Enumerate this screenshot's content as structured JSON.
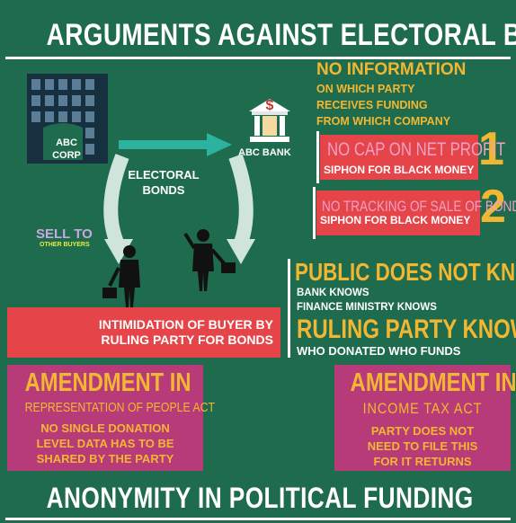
{
  "header": {
    "title": "ARGUMENTS AGAINST ELECTORAL BONDS"
  },
  "flow": {
    "corp_label_1": "ABC",
    "corp_label_2": "CORP",
    "bank_label": "ABC BANK",
    "bank_symbol": "$",
    "bonds_label_1": "ELECTORAL",
    "bonds_label_2": "BONDS",
    "sell_to": "SELL TO",
    "other_buyers": "OTHER BUYERS"
  },
  "info": {
    "heading": "NO INFORMATION",
    "line_1": "ON WHICH PARTY",
    "line_2": "RECEIVES FUNDING",
    "line_3": "FROM WHICH COMPANY"
  },
  "points": [
    {
      "number": "1",
      "title": "NO CAP ON NET PROFIT",
      "subtitle": "SIPHON FOR BLACK MONEY"
    },
    {
      "number": "2",
      "title": "NO TRACKING OF SALE OF BONDS",
      "subtitle": "SIPHON FOR BLACK MONEY"
    }
  ],
  "knowledge": {
    "public": "PUBLIC DOES NOT KNOW",
    "bank": "BANK KNOWS",
    "finance": "FINANCE MINISTRY KNOWS",
    "ruling": "RULING PARTY KNOWS",
    "who": "WHO DONATED WHO FUNDS"
  },
  "intimidation": {
    "line_1": "INTIMIDATION OF BUYER BY",
    "line_2": "RULING PARTY FOR BONDS"
  },
  "amendments": [
    {
      "heading": "AMENDMENT IN",
      "act": "REPRESENTATION OF PEOPLE ACT",
      "detail_1": "NO SINGLE DONATION",
      "detail_2": "LEVEL DATA HAS TO BE",
      "detail_3": "SHARED BY THE PARTY"
    },
    {
      "heading": "AMENDMENT IN",
      "act": "INCOME TAX ACT",
      "detail_1": "PARTY DOES NOT",
      "detail_2": "NEED TO FILE THIS",
      "detail_3": "FOR IT RETURNS"
    }
  ],
  "footer": {
    "title": "ANONYMITY IN POLITICAL FUNDING"
  },
  "colors": {
    "background": "#1f6b4e",
    "accent_yellow": "#f2b732",
    "red": "#e54449",
    "magenta": "#b83b79",
    "arrow": "#2bb3a0",
    "light_arrow": "#cfe5dc",
    "pink_text": "#f0a0c4"
  }
}
